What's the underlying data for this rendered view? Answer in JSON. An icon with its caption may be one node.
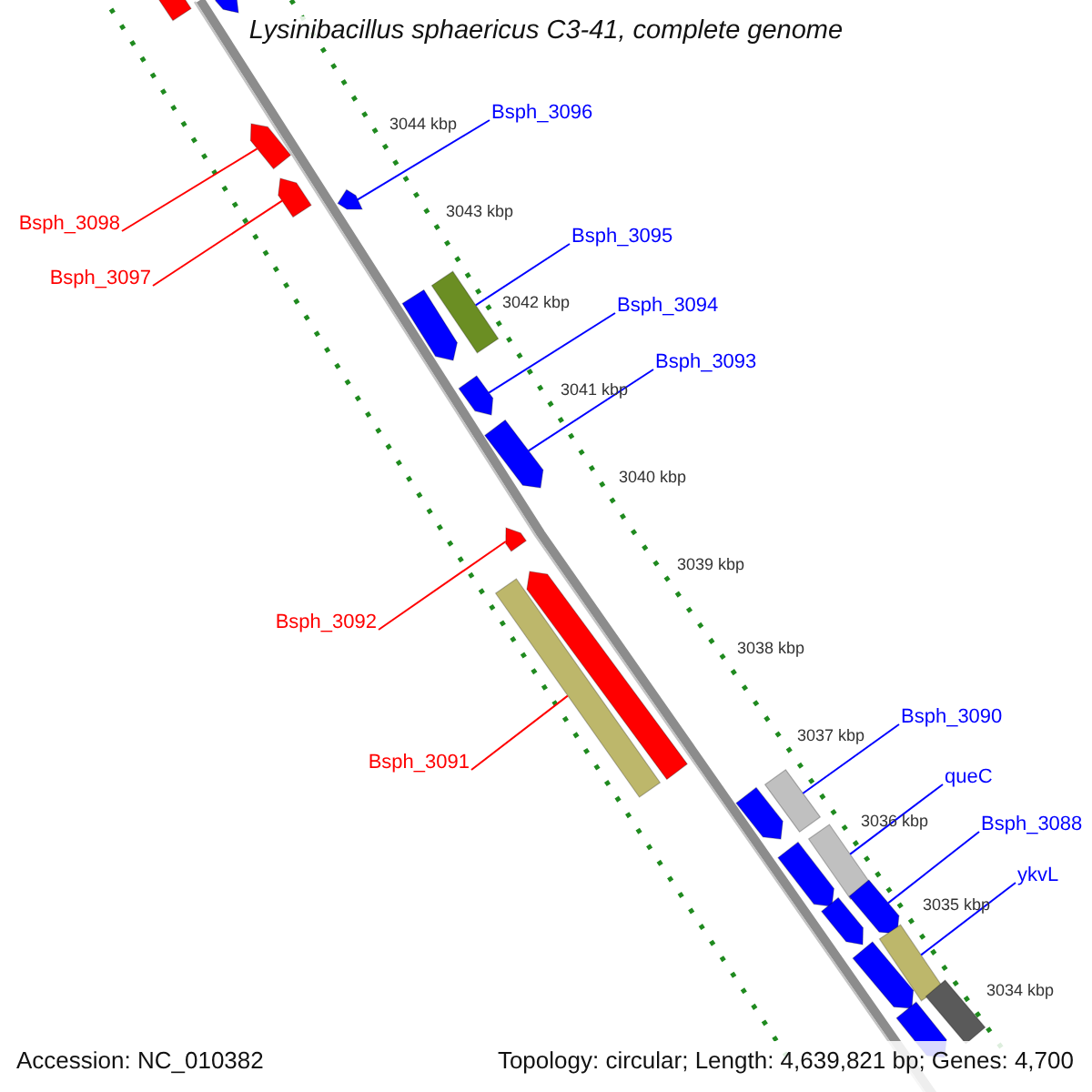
{
  "diagram": {
    "title": "Lysinibacillus sphaericus C3-41, complete genome",
    "nodes": [
      {
        "text": [
          "Bsph_3096"
        ]
      },
      {
        "text": [
          "Bsph_3098"
        ]
      },
      {
        "text": [
          "Bsph_3095"
        ]
      },
      {
        "text": [
          "Bsph_3097"
        ]
      },
      {
        "text": [
          "Bsph_3094"
        ]
      },
      {
        "text": [
          "Bsph_3093"
        ]
      },
      {
        "text": [
          "Bsph_3092"
        ]
      },
      {
        "text": [
          "Bsph_3090"
        ]
      },
      {
        "text": [
          "Bsph_3091"
        ]
      },
      {
        "text": [
          "queC"
        ]
      },
      {
        "text": [
          "Bsph_3088"
        ]
      },
      {
        "text": [
          "ykvL"
        ]
      },
      {
        "text": [],
        "shape": "pentagon"
      },
      {
        "text": [],
        "shape": "pentagon"
      },
      {
        "text": [],
        "shape": "pentagon"
      },
      {
        "text": [],
        "shape": "pentagon"
      },
      {
        "text": [],
        "shape": "pentagon"
      },
      {
        "text": [],
        "shape": "bar"
      },
      {
        "text": [],
        "shape": "pentagon"
      },
      {
        "text": [],
        "shape": "pentagon"
      },
      {
        "text": [],
        "shape": "pentagon"
      },
      {
        "text": [],
        "shape": "pentagon"
      },
      {
        "text": [],
        "shape": "pentagon"
      },
      {
        "text": [],
        "shape": "bar"
      },
      {
        "text": [],
        "shape": "bar"
      },
      {
        "text": [],
        "shape": "pentagon"
      },
      {
        "text": [],
        "shape": "bar"
      },
      {
        "text": [],
        "shape": "pentagon"
      },
      {
        "text": [],
        "shape": "pentagon"
      },
      {
        "text": [],
        "shape": "pentagon"
      },
      {
        "text": [],
        "shape": "bar"
      },
      {
        "text": [],
        "shape": "pentagon"
      },
      {
        "text": [],
        "shape": "bar"
      },
      {
        "text": [],
        "shape": "pentagon"
      }
    ],
    "edges": [
      {
        "from": 0,
        "to": 16,
        "arrow": "none"
      },
      {
        "from": 1,
        "to": 14,
        "arrow": "none",
        "color": "#ff0000"
      },
      {
        "from": 2,
        "to": 17,
        "arrow": "none"
      },
      {
        "from": 3,
        "to": 15,
        "arrow": "none",
        "color": "#ff0000"
      },
      {
        "from": 4,
        "to": 19,
        "arrow": "none"
      },
      {
        "from": 5,
        "to": 20,
        "arrow": "none"
      },
      {
        "from": 6,
        "to": 21,
        "arrow": "none",
        "color": "#ff0000"
      },
      {
        "from": 7,
        "to": 24,
        "arrow": "none"
      },
      {
        "from": 8,
        "to": 23,
        "arrow": "none",
        "color": "#ff0000"
      },
      {
        "from": 9,
        "to": 26,
        "arrow": "none"
      },
      {
        "from": 10,
        "to": 28,
        "arrow": "none"
      },
      {
        "from": 11,
        "to": 30,
        "arrow": "none"
      }
    ],
    "labels": [
      "3044 kbp",
      "3043 kbp",
      "3042 kbp",
      "3041 kbp",
      "3040 kbp",
      "3039 kbp",
      "3038 kbp",
      "3037 kbp",
      "3036 kbp",
      "3035 kbp",
      "3034 kbp",
      "Accession: NC_010382",
      "Topology: circular; Length: 4,639,821 bp; Genes: 4,700"
    ]
  }
}
